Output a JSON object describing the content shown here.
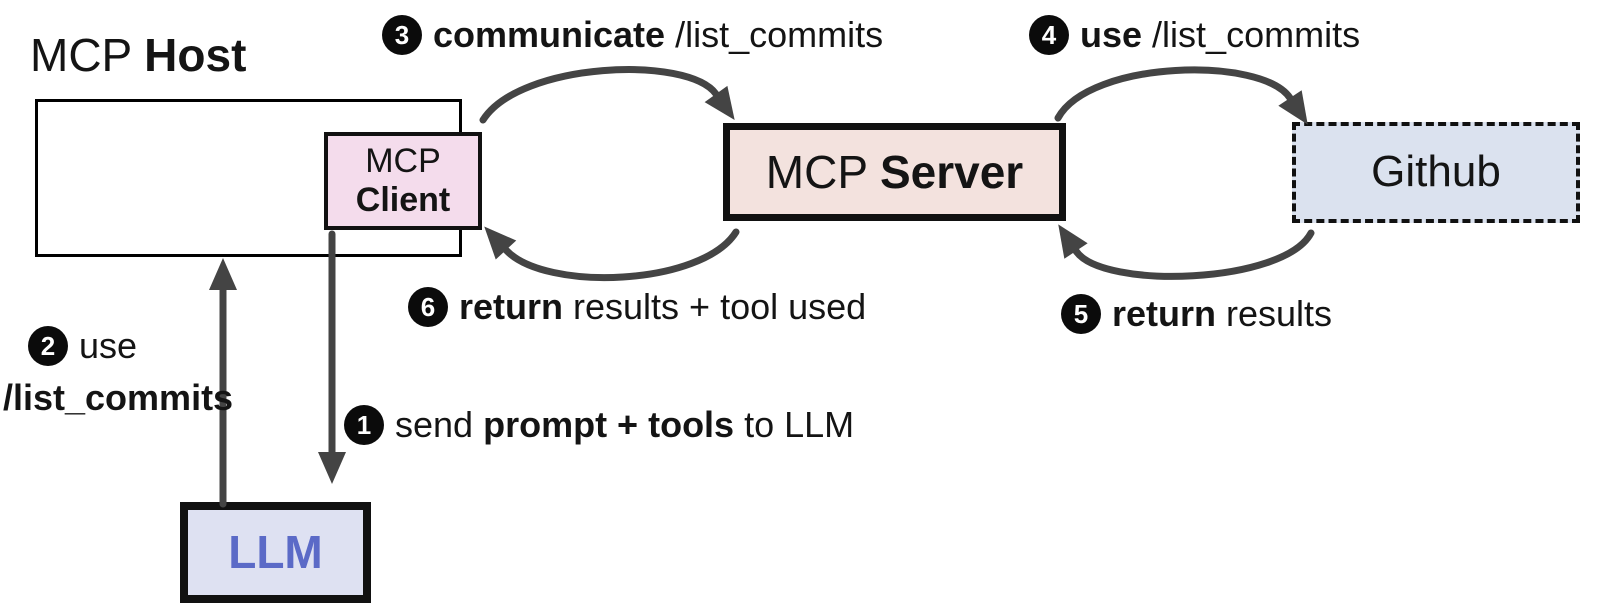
{
  "colors": {
    "text": "#141414",
    "arrow": "#444444",
    "badge-bg": "#0b0b0b",
    "badge-text": "#ffffff",
    "client-bg": "#f4dcec",
    "server-bg": "#f3e2de",
    "github-bg": "#dbe2ef",
    "llm-bg": "#dee1f2",
    "llm-text": "#5b6ac7"
  },
  "title": {
    "regular": "MCP ",
    "bold": "Host"
  },
  "boxes": {
    "client": {
      "line1": "MCP",
      "line2": "Client"
    },
    "server": {
      "regular": "MCP ",
      "bold": "Server"
    },
    "github": {
      "label": "Github"
    },
    "llm": {
      "label": "LLM"
    }
  },
  "steps": {
    "s1": {
      "num": "1",
      "r1": "send ",
      "b1": "prompt + tools",
      "r2": " to LLM"
    },
    "s2": {
      "num": "2",
      "r1": "use",
      "b1": "/list_commits"
    },
    "s3": {
      "num": "3",
      "b1": "communicate",
      "r1": " /list_commits"
    },
    "s4": {
      "num": "4",
      "b1": "use",
      "r1": " /list_commits"
    },
    "s5": {
      "num": "5",
      "b1": "return",
      "r1": " results"
    },
    "s6": {
      "num": "6",
      "b1": "return",
      "r1": " results + tool used"
    }
  }
}
